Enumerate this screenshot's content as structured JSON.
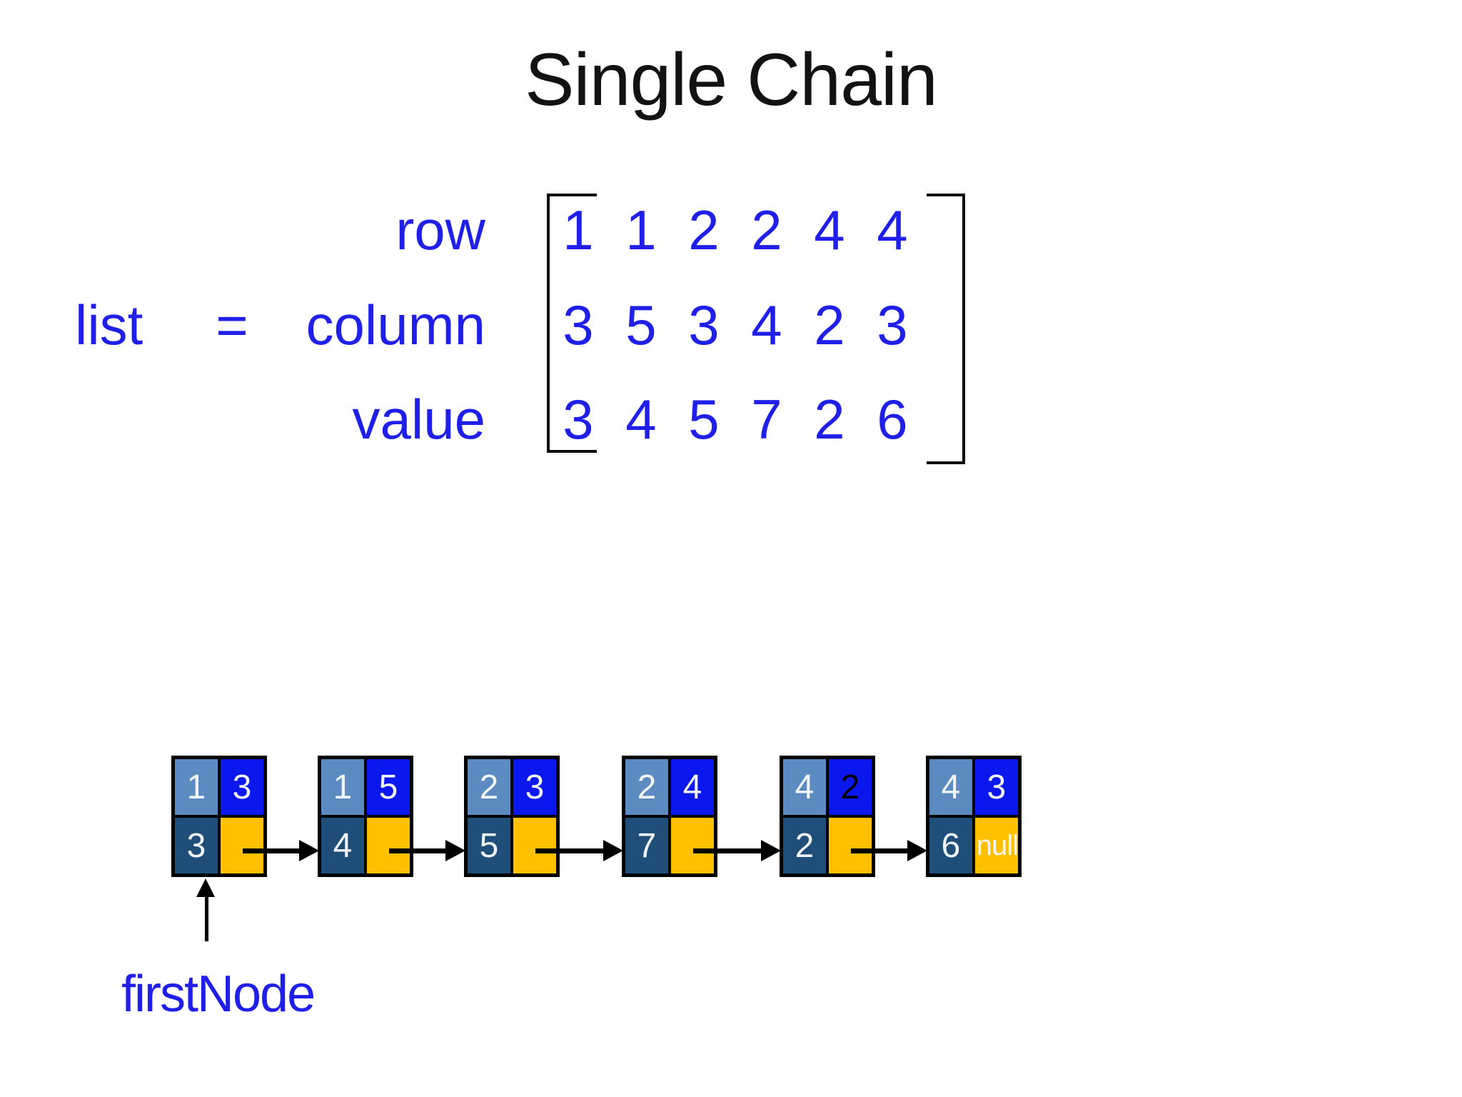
{
  "title": "Single Chain",
  "matrix": {
    "variable": "list",
    "equals": "=",
    "row_label": "row",
    "column_label": "column",
    "value_label": "value",
    "row_values": [
      "1",
      "1",
      "2",
      "2",
      "4",
      "4"
    ],
    "column_values": [
      "3",
      "5",
      "3",
      "4",
      "2",
      "3"
    ],
    "value_values": [
      "3",
      "4",
      "5",
      "7",
      "2",
      "6"
    ]
  },
  "linked_list": {
    "first_node_label": "firstNode",
    "null_label": "null",
    "nodes": [
      {
        "row": "1",
        "column": "3",
        "value": "3",
        "next": "pointer"
      },
      {
        "row": "1",
        "column": "5",
        "value": "4",
        "next": "pointer"
      },
      {
        "row": "2",
        "column": "3",
        "value": "5",
        "next": "pointer"
      },
      {
        "row": "2",
        "column": "4",
        "value": "7",
        "next": "pointer"
      },
      {
        "row": "4",
        "column": "2",
        "value": "2",
        "next": "pointer"
      },
      {
        "row": "4",
        "column": "3",
        "value": "6",
        "next": "null"
      }
    ]
  },
  "colors": {
    "label_blue": "#1f1fe8",
    "title_text": "#121212",
    "cell_row_bg": "#5b8bc0",
    "cell_column_bg": "#0a18ee",
    "cell_value_bg": "#1f4e79",
    "cell_next_bg": "#ffc000",
    "cell_text": "#f2f4f8",
    "node5_column_text": "#000000",
    "arrow": "#000000",
    "bracket": "#0d0d0d"
  }
}
